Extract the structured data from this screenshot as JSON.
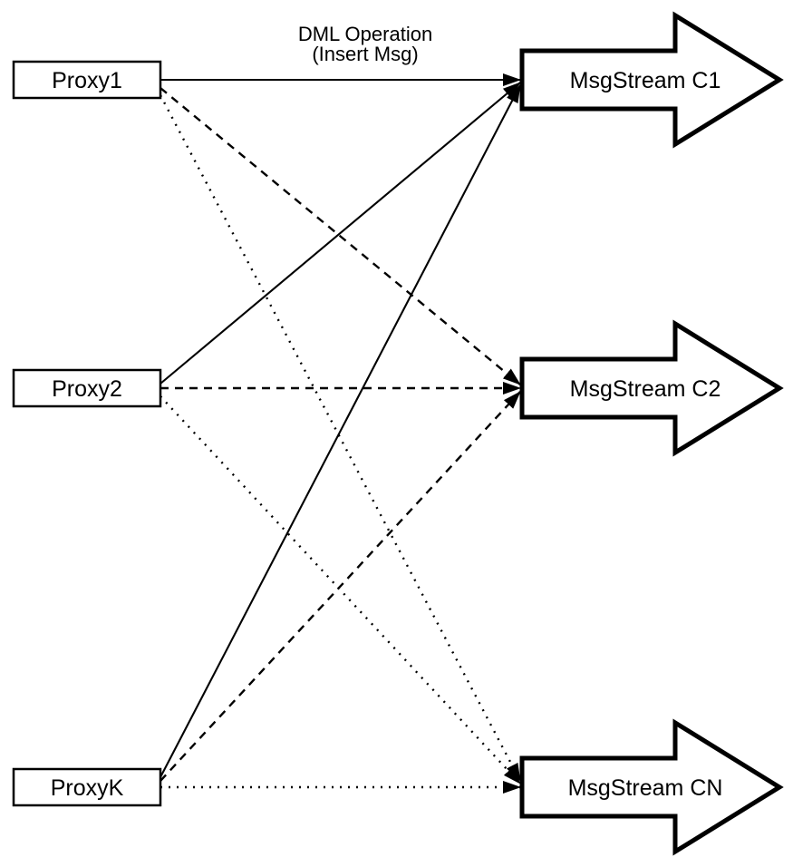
{
  "diagram": {
    "title_label": {
      "line1": "DML Operation",
      "line2": "(Insert Msg)"
    },
    "proxies": [
      {
        "label": "Proxy1"
      },
      {
        "label": "Proxy2"
      },
      {
        "label": "ProxyK"
      }
    ],
    "streams": [
      {
        "label": "MsgStream C1"
      },
      {
        "label": "MsgStream C2"
      },
      {
        "label": "MsgStream CN"
      }
    ],
    "edges": [
      {
        "from": "Proxy1",
        "to": "MsgStream C1",
        "style": "solid"
      },
      {
        "from": "Proxy1",
        "to": "MsgStream C2",
        "style": "dashed"
      },
      {
        "from": "Proxy1",
        "to": "MsgStream CN",
        "style": "dotted"
      },
      {
        "from": "Proxy2",
        "to": "MsgStream C1",
        "style": "solid"
      },
      {
        "from": "Proxy2",
        "to": "MsgStream C2",
        "style": "dashed"
      },
      {
        "from": "Proxy2",
        "to": "MsgStream CN",
        "style": "dotted"
      },
      {
        "from": "ProxyK",
        "to": "MsgStream C1",
        "style": "solid"
      },
      {
        "from": "ProxyK",
        "to": "MsgStream C2",
        "style": "dashed"
      },
      {
        "from": "ProxyK",
        "to": "MsgStream CN",
        "style": "dotted"
      }
    ],
    "colors": {
      "stroke": "#000000",
      "fill": "#ffffff",
      "background": "#ffffff"
    }
  }
}
